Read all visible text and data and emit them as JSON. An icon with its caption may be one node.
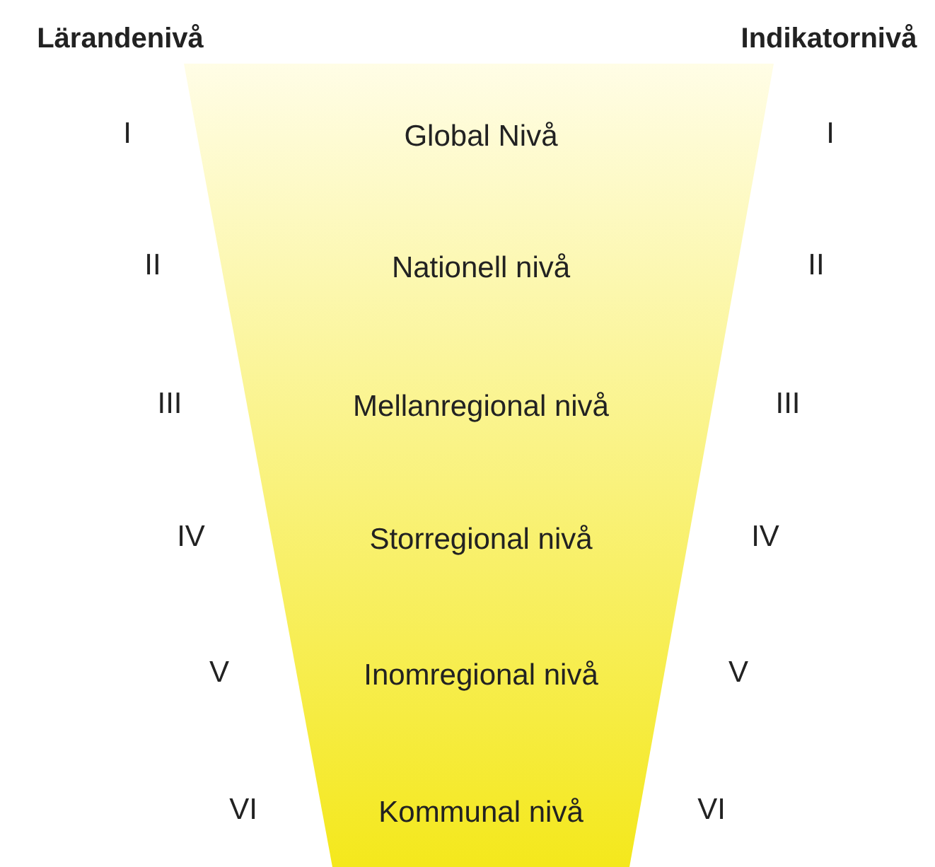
{
  "diagram": {
    "nodes": [
      {
        "text": [
          "Global Nivå",
          "Nationell nivå",
          "Mellanregional nivå",
          "Storregional nivå",
          "Inomregional nivå",
          "Kommunal nivå"
        ]
      }
    ],
    "labels": [
      "Lärandenivå",
      "Indikatornivå",
      "I",
      "I",
      "II",
      "II",
      "III",
      "III",
      "IV",
      "IV",
      "V",
      "V",
      "VI",
      "VI"
    ]
  }
}
